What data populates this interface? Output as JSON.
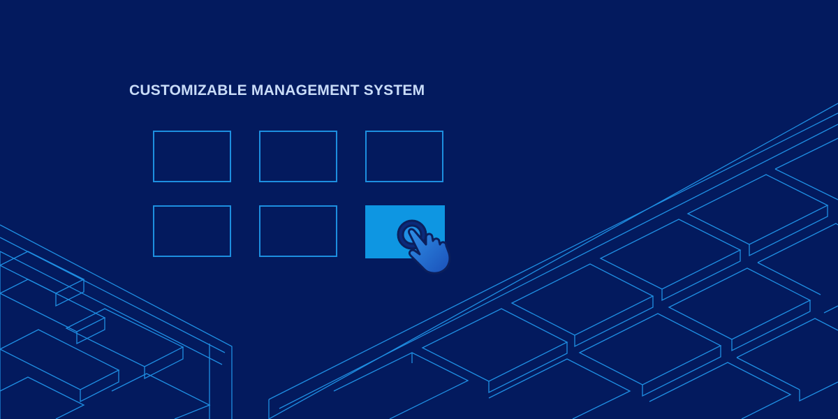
{
  "headline": "CUSTOMIZABLE MANAGEMENT SYSTEM",
  "grid": {
    "tiles": [
      {
        "state": "outline"
      },
      {
        "state": "outline"
      },
      {
        "state": "outline"
      },
      {
        "state": "outline"
      },
      {
        "state": "outline"
      },
      {
        "state": "selected"
      }
    ]
  },
  "icons": {
    "pointer": "tap-hand-icon"
  },
  "colors": {
    "background": "#031a5e",
    "line": "#1f8fe3",
    "tile_border": "#1d8fe0",
    "tile_active": "#0e96e2",
    "title_text": "#c9dcf8"
  }
}
